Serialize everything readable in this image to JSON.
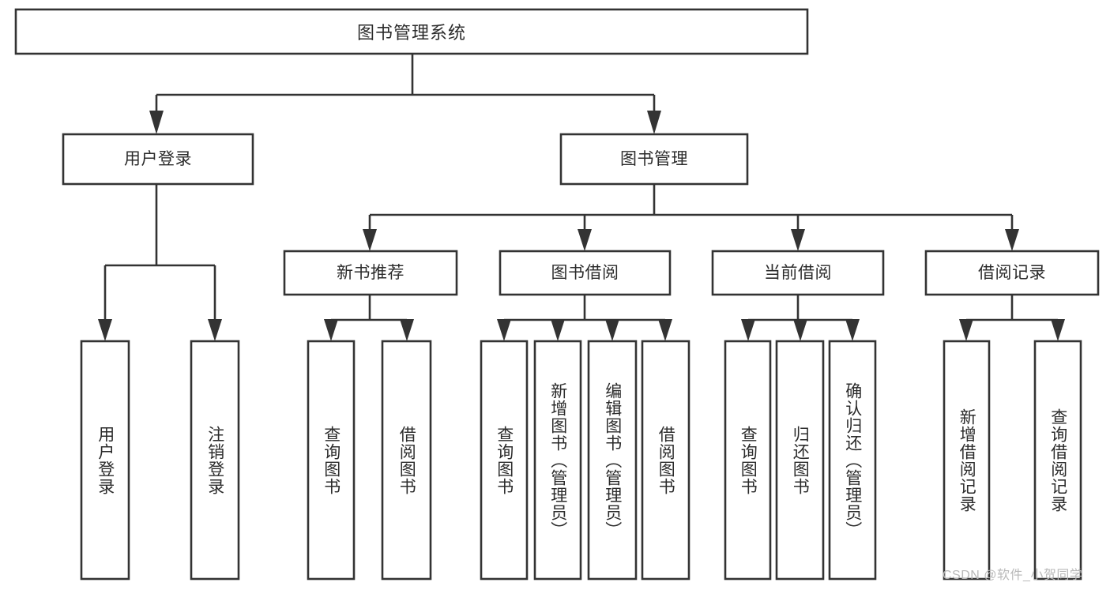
{
  "diagram": {
    "type": "tree",
    "title": "图书管理系统",
    "watermark": "CSDN @软件_小贺同学",
    "colors": {
      "stroke": "#333333",
      "fill": "#ffffff",
      "text": "#2b2b2b",
      "watermark": "#b9b9b9",
      "background": "#ffffff"
    },
    "nodes": {
      "root": {
        "label": "图书管理系统",
        "level": 0,
        "orientation": "horizontal"
      },
      "l1": [
        {
          "id": "user-login",
          "label": "用户登录",
          "orientation": "horizontal"
        },
        {
          "id": "book-manage",
          "label": "图书管理",
          "orientation": "horizontal"
        }
      ],
      "l2": [
        {
          "id": "new-book-recommend",
          "label": "新书推荐",
          "orientation": "horizontal"
        },
        {
          "id": "book-borrow",
          "label": "图书借阅",
          "orientation": "horizontal"
        },
        {
          "id": "current-borrow",
          "label": "当前借阅",
          "orientation": "horizontal"
        },
        {
          "id": "borrow-record",
          "label": "借阅记录",
          "orientation": "horizontal"
        }
      ],
      "leaves": [
        {
          "id": "leaf-user-login",
          "label": "用户登录",
          "parent": "user-login",
          "orientation": "vertical"
        },
        {
          "id": "leaf-logout-login",
          "label": "注销登录",
          "parent": "user-login",
          "orientation": "vertical"
        },
        {
          "id": "leaf-query-book-1",
          "label": "查询图书",
          "parent": "new-book-recommend",
          "orientation": "vertical"
        },
        {
          "id": "leaf-borrow-book-1",
          "label": "借阅图书",
          "parent": "new-book-recommend",
          "orientation": "vertical"
        },
        {
          "id": "leaf-query-book-2",
          "label": "查询图书",
          "parent": "book-borrow",
          "orientation": "vertical"
        },
        {
          "id": "leaf-add-book",
          "label": "新增图书（管理员）",
          "parent": "book-borrow",
          "orientation": "vertical"
        },
        {
          "id": "leaf-edit-book",
          "label": "编辑图书（管理员）",
          "parent": "book-borrow",
          "orientation": "vertical"
        },
        {
          "id": "leaf-borrow-book-2",
          "label": "借阅图书",
          "parent": "book-borrow",
          "orientation": "vertical"
        },
        {
          "id": "leaf-query-book-3",
          "label": "查询图书",
          "parent": "current-borrow",
          "orientation": "vertical"
        },
        {
          "id": "leaf-return-book",
          "label": "归还图书",
          "parent": "current-borrow",
          "orientation": "vertical"
        },
        {
          "id": "leaf-confirm-return",
          "label": "确认归还（管理员）",
          "parent": "current-borrow",
          "orientation": "vertical"
        },
        {
          "id": "leaf-add-record",
          "label": "新增借阅记录",
          "parent": "borrow-record",
          "orientation": "vertical"
        },
        {
          "id": "leaf-query-record",
          "label": "查询借阅记录",
          "parent": "borrow-record",
          "orientation": "vertical"
        }
      ]
    }
  }
}
